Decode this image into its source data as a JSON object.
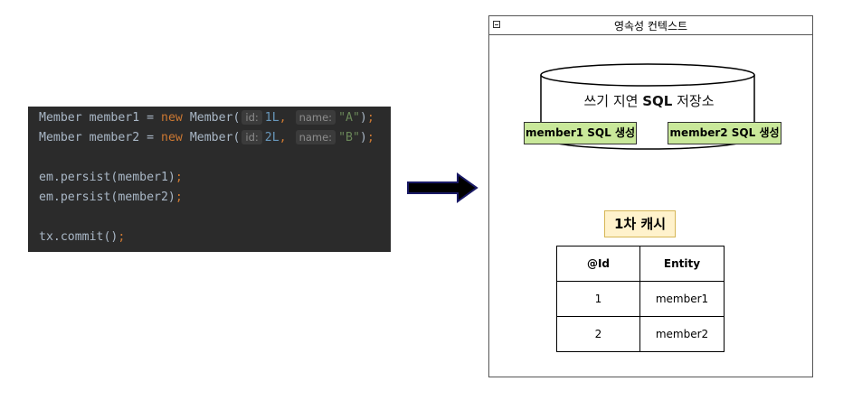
{
  "code": {
    "line1": {
      "type": "Member",
      "var": "member1",
      "eq": "=",
      "kw": "new",
      "ctor": "Member(",
      "hint_id": "id:",
      "id_val": "1L",
      "comma": ",",
      "hint_name": "name:",
      "name_val": "\"A\"",
      "close": ")",
      "semi": ";"
    },
    "line2": {
      "type": "Member",
      "var": "member2",
      "eq": "=",
      "kw": "new",
      "ctor": "Member(",
      "hint_id": "id:",
      "id_val": "2L",
      "comma": ",",
      "hint_name": "name:",
      "name_val": "\"B\"",
      "close": ")",
      "semi": ";"
    },
    "line3": {
      "text": "em.persist(member1)",
      "semi": ";"
    },
    "line4": {
      "text": "em.persist(member2)",
      "semi": ";"
    },
    "line5": {
      "text": "tx.commit()",
      "semi": ";"
    }
  },
  "context": {
    "title": "영속성 컨텍스트",
    "sql_store": {
      "label_prefix": "쓰기 지연 ",
      "label_bold": "SQL",
      "label_suffix": " 저장소"
    },
    "sql_items": [
      "member1 SQL 생성",
      "member2 SQL 생성"
    ],
    "cache": {
      "label": "1차 캐시",
      "headers": [
        "@Id",
        "Entity"
      ],
      "rows": [
        [
          "1",
          "member1"
        ],
        [
          "2",
          "member2"
        ]
      ]
    }
  },
  "colors": {
    "code_bg": "#2b2b2b",
    "sql_item": "#c9e89a",
    "cache_label_bg": "#fff2cc",
    "arrow_fill": "#000000",
    "arrow_outline": "#1a1a66"
  },
  "icons": {
    "collapse": "collapse-icon",
    "arrow": "right-arrow-icon"
  }
}
